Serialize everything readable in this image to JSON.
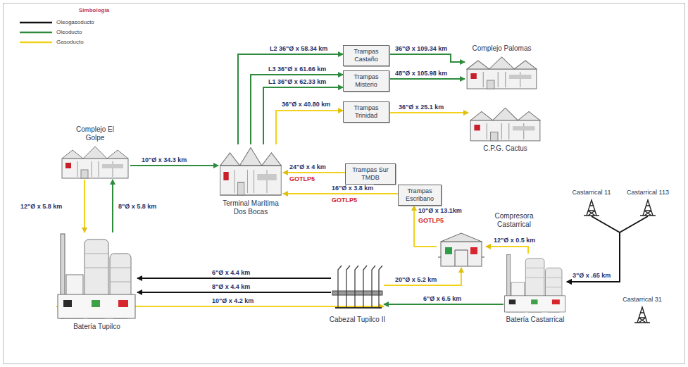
{
  "diagram": {
    "nodes": [
      {
        "text": [
          "Complejo El Golpe"
        ]
      },
      {
        "text": [
          "Terminal Marítima Dos Bocas"
        ]
      },
      {
        "text": [
          "Trampas Castaño"
        ]
      },
      {
        "text": [
          "Trampas Misterio"
        ]
      },
      {
        "text": [
          "Trampas Trinidad"
        ]
      },
      {
        "text": [
          "Complejo Palomas"
        ]
      },
      {
        "text": [
          "C.P.G. Cactus"
        ]
      },
      {
        "text": [
          "Trampas Sur TMDB"
        ]
      },
      {
        "text": [
          "Trampas Escribano"
        ]
      },
      {
        "text": [
          "Compresora Castarrical"
        ]
      },
      {
        "text": [
          "Castarrical 11"
        ]
      },
      {
        "text": [
          "Castarrical 113"
        ]
      },
      {
        "text": [
          "Batería Castarrical"
        ]
      },
      {
        "text": [
          "Castarrical 31"
        ]
      },
      {
        "text": [
          "Cabezal Tupilco II"
        ]
      },
      {
        "text": [
          "Batería Tupilco"
        ]
      }
    ],
    "edges": [
      {
        "from": 0,
        "to": 1,
        "arrow": "to",
        "label": "10\"Ø x 34.3 km"
      },
      {
        "from": 0,
        "to": 15,
        "arrow": "to",
        "label": "12\"Ø x 5.8 km"
      },
      {
        "from": 15,
        "to": 0,
        "arrow": "to",
        "label": "8\"Ø x 5.8 km"
      },
      {
        "from": 1,
        "to": 2,
        "arrow": "to",
        "label": "L2 36\"Ø x 58.34 km"
      },
      {
        "from": 1,
        "to": 3,
        "arrow": "to",
        "label": "L3 36\"Ø x 61.66 km"
      },
      {
        "from": 1,
        "to": 3,
        "arrow": "to",
        "label": "L1 36\"Ø x 62.33 km"
      },
      {
        "from": 1,
        "to": 4,
        "arrow": "to",
        "label": "36\"Ø x 40.80 km"
      },
      {
        "from": 2,
        "to": 5,
        "arrow": "to",
        "label": "36\"Ø x 109.34 km"
      },
      {
        "from": 3,
        "to": 5,
        "arrow": "to",
        "label": "48\"Ø x 105.98 km"
      },
      {
        "from": 4,
        "to": 6,
        "arrow": "to",
        "label": "36\"Ø x 25.1 km"
      },
      {
        "from": 7,
        "to": 1,
        "arrow": "to",
        "label": "24\"Ø x 4 km"
      },
      {
        "from": 8,
        "to": 1,
        "arrow": "to",
        "label": "16\"Ø x 3.8 km"
      },
      {
        "from": 9,
        "to": 8,
        "arrow": "to",
        "label": "10\"Ø x 13.1km"
      },
      {
        "from": 12,
        "to": 9,
        "arrow": "to",
        "label": "12\"Ø x 0.5 km"
      },
      {
        "from": 14,
        "to": 9,
        "arrow": "to",
        "label": "20\"Ø x 5.2 km"
      },
      {
        "from": 12,
        "to": 14,
        "arrow": "to",
        "label": "6\"Ø x 6.5 km"
      },
      {
        "from": 14,
        "to": 15,
        "arrow": "to",
        "label": "6\"Ø x 4.4 km"
      },
      {
        "from": 14,
        "to": 15,
        "arrow": "to",
        "label": "8\"Ø x 4.4 km"
      },
      {
        "from": 15,
        "to": 14,
        "arrow": "to",
        "label": "10\"Ø x 4.2 km"
      },
      {
        "from": 10,
        "to": 12,
        "arrow": "to",
        "label": "3\"Ø x .65 km"
      },
      {
        "from": 11,
        "to": 12,
        "arrow": "to"
      }
    ],
    "labels": [
      "Simbología",
      "GOTLP5",
      "GOTLP5",
      "GOTLP5"
    ],
    "legend": [
      {
        "text": "Oleogasoducto",
        "color": "#111111"
      },
      {
        "text": "Oleoducto",
        "color": "#2e8b3e"
      },
      {
        "text": "Gasoducto",
        "color": "#f2d21b"
      }
    ]
  }
}
